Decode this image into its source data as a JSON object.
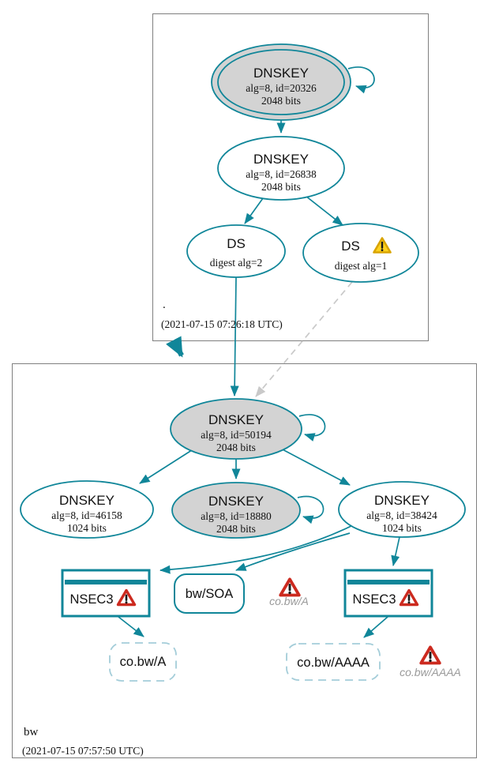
{
  "colors": {
    "accent_teal": "#108699",
    "node_fill_gray": "#d3d3d3",
    "zone_box_border": "#7f7f7f",
    "insecure_edge_gray": "#c9c9c9",
    "dashed_node_border": "#a4cdd9",
    "warning_yellow": "#ffd21f",
    "error_red": "#cc2a1f",
    "muted_label_gray": "#9a9a9a"
  },
  "zones": {
    "root": {
      "label": ".",
      "timestamp": "(2021-07-15 07:26:18 UTC)",
      "nodes": {
        "ksk": {
          "title": "DNSKEY",
          "detail1": "alg=8, id=20326",
          "detail2": "2048 bits"
        },
        "zsk": {
          "title": "DNSKEY",
          "detail1": "alg=8, id=26838",
          "detail2": "2048 bits"
        },
        "ds2": {
          "title": "DS",
          "detail1": "digest alg=2"
        },
        "ds1": {
          "title": "DS",
          "detail1": "digest alg=1"
        }
      }
    },
    "bw": {
      "label": "bw",
      "timestamp": "(2021-07-15 07:57:50 UTC)",
      "nodes": {
        "ksk": {
          "title": "DNSKEY",
          "detail1": "alg=8, id=50194",
          "detail2": "2048 bits"
        },
        "zsk1": {
          "title": "DNSKEY",
          "detail1": "alg=8, id=46158",
          "detail2": "1024 bits"
        },
        "zsk2": {
          "title": "DNSKEY",
          "detail1": "alg=8, id=18880",
          "detail2": "2048 bits"
        },
        "zsk3": {
          "title": "DNSKEY",
          "detail1": "alg=8, id=38424",
          "detail2": "1024 bits"
        },
        "nsec3_left": {
          "title": "NSEC3"
        },
        "nsec3_right": {
          "title": "NSEC3"
        },
        "soa": {
          "title": "bw/SOA"
        },
        "rrset_a": {
          "label": "co.bw/A"
        },
        "rrset_aaaa": {
          "label": "co.bw/AAAA"
        },
        "warn_a": {
          "label": "co.bw/A"
        },
        "warn_aaaa": {
          "label": "co.bw/AAAA"
        }
      }
    }
  }
}
